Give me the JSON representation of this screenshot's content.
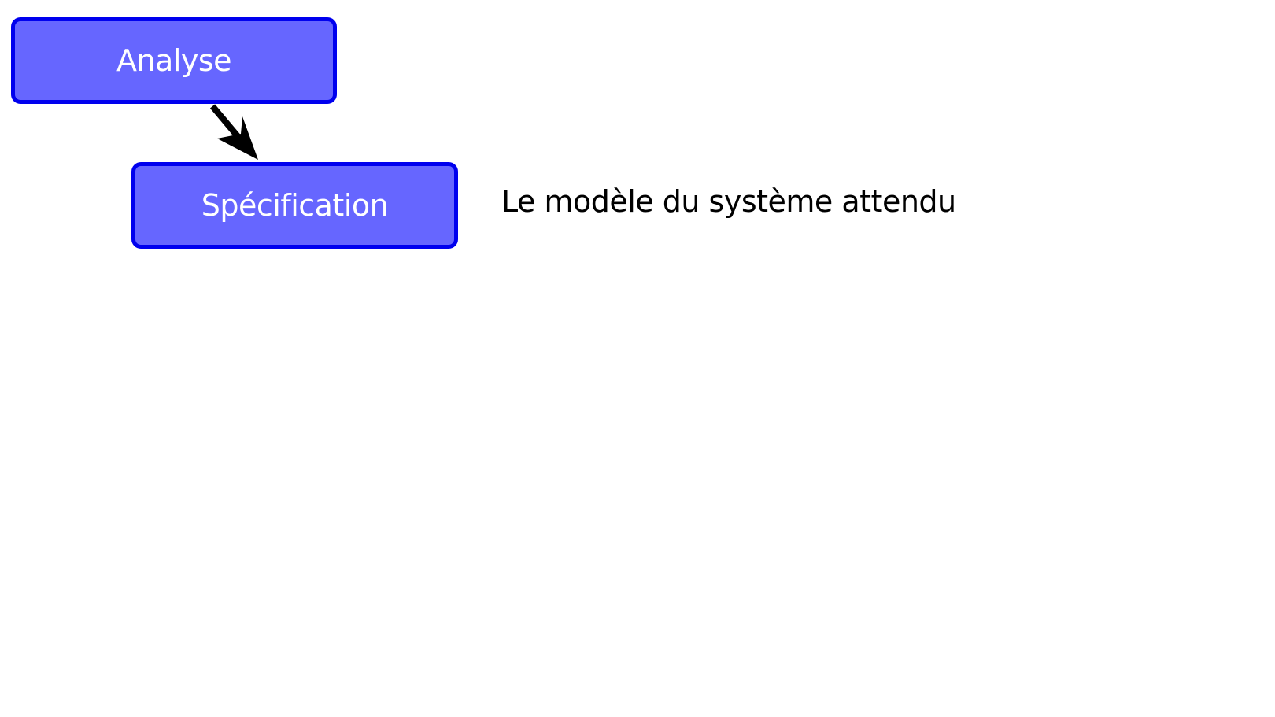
{
  "diagram": {
    "nodes": [
      {
        "id": "analyse",
        "label": "Analyse"
      },
      {
        "id": "specification",
        "label": "Spécification"
      }
    ],
    "edges": [
      {
        "from": "analyse",
        "to": "specification"
      }
    ],
    "annotation": "Le modèle du système attendu",
    "colors": {
      "node_fill": "#6666ff",
      "node_border": "#0000ee",
      "node_text": "#ffffff",
      "edge": "#000000",
      "annotation_text": "#000000"
    }
  }
}
